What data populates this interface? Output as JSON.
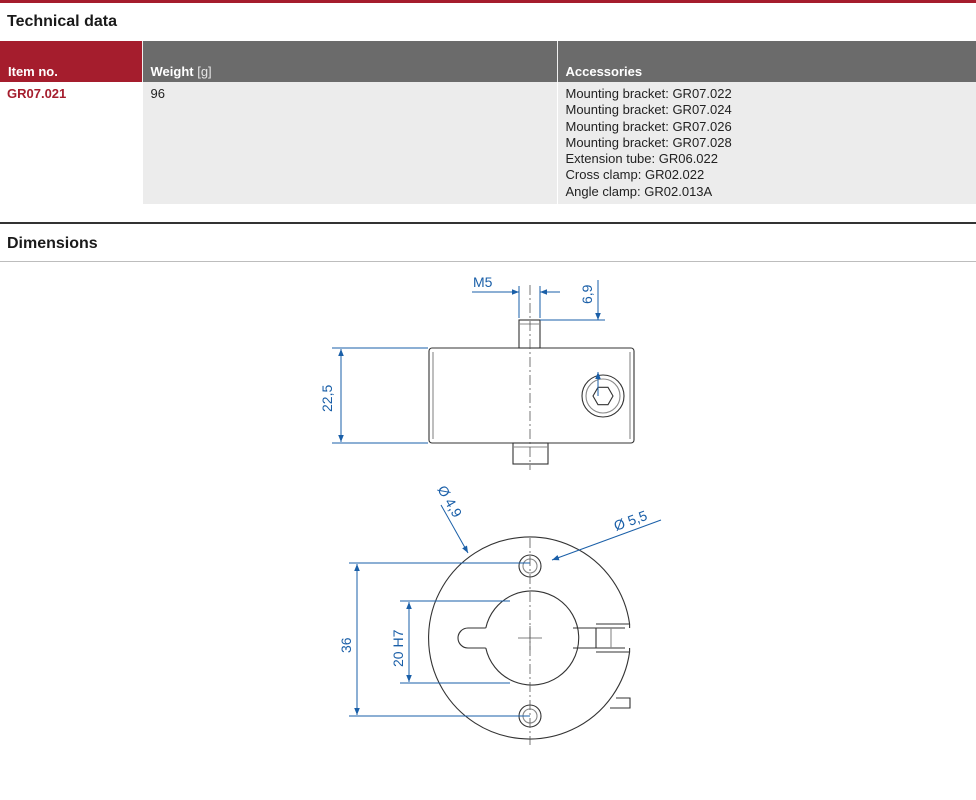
{
  "technical": {
    "title": "Technical data",
    "columns": {
      "item": "Item no.",
      "weight": "Weight",
      "weight_unit": "[g]",
      "accessories": "Accessories"
    },
    "row": {
      "item": "GR07.021",
      "weight": "96",
      "accessories": [
        "Mounting bracket: GR07.022",
        "Mounting bracket: GR07.024",
        "Mounting bracket: GR07.026",
        "Mounting bracket: GR07.028",
        "Extension tube: GR06.022",
        "Cross clamp: GR02.022",
        "Angle clamp: GR02.013A"
      ]
    }
  },
  "dimensions": {
    "title": "Dimensions",
    "labels": {
      "thread": "M5",
      "offset": "6,9",
      "height": "22,5",
      "hole_diameter": "Ø 4,9",
      "screw_diameter": "Ø 5,5",
      "outer_diameter": "36",
      "bore": "20 H7"
    }
  },
  "colors": {
    "brand": "#a51d2d",
    "header_gray": "#6b6b6b",
    "dimension_blue": "#1a5fa8"
  }
}
